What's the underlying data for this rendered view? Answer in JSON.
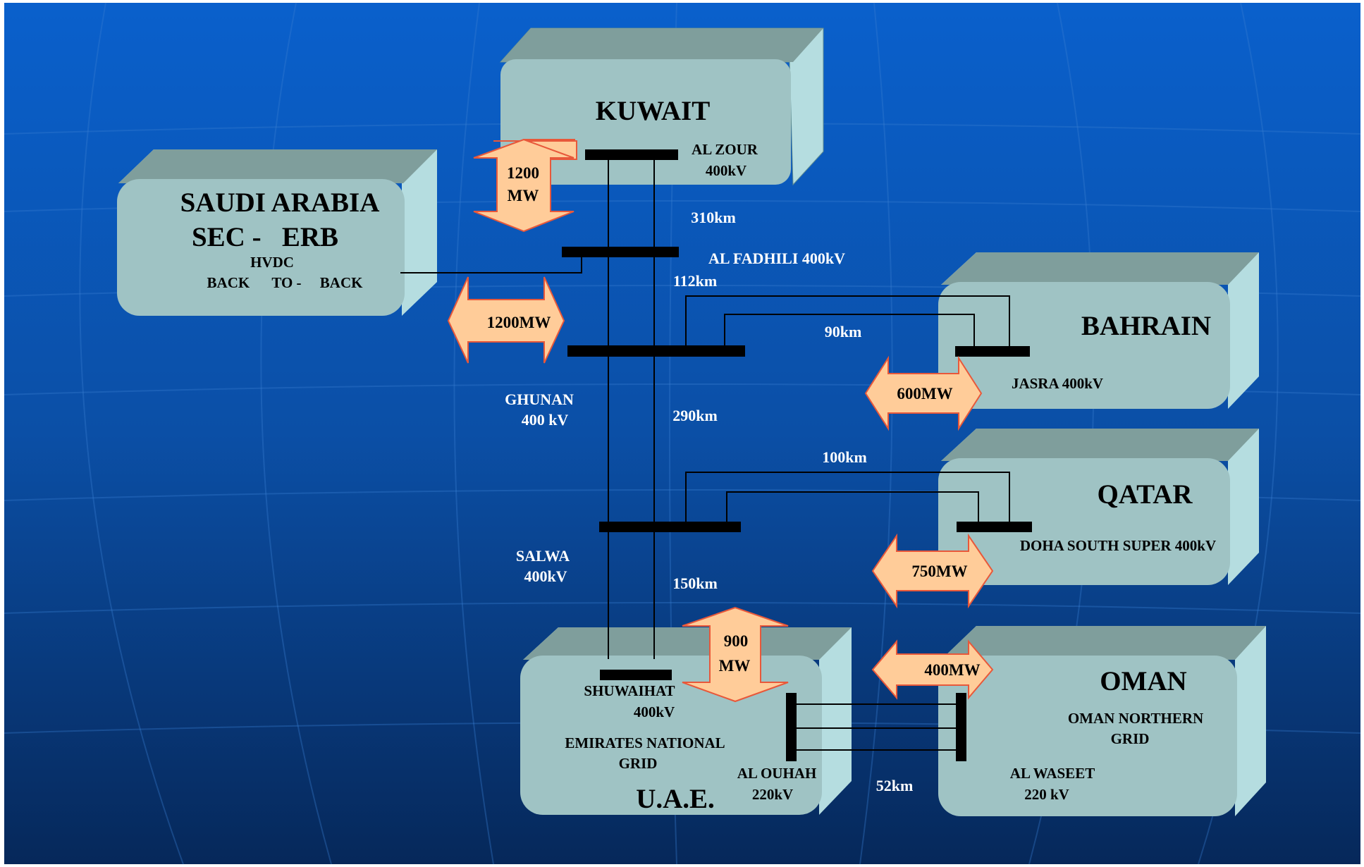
{
  "countries": {
    "kuwait": {
      "name": "KUWAIT",
      "station_name": "AL ZOUR",
      "station_voltage": "400kV"
    },
    "saudi": {
      "name": "SAUDI ARABIA",
      "line2": "SEC -   ERB",
      "hvdc": "HVDC",
      "b2b": "BACK      TO -     BACK"
    },
    "bahrain": {
      "name": "BAHRAIN",
      "station": "JASRA 400kV"
    },
    "qatar": {
      "name": "QATAR",
      "station": "DOHA SOUTH SUPER 400kV"
    },
    "oman": {
      "name": "OMAN",
      "grid_line1": "OMAN NORTHERN",
      "grid_line2": "GRID",
      "station_name": "AL WASEET",
      "station_voltage": "220 kV"
    },
    "uae": {
      "name": "U.A.E.",
      "shuwaihat_name": "SHUWAIHAT",
      "shuwaihat_voltage": "400kV",
      "grid_line1": "EMIRATES NATIONAL",
      "grid_line2": "GRID",
      "ouhah_name": "AL OUHAH",
      "ouhah_voltage": "220kV"
    }
  },
  "stations": {
    "al_fadhili": "AL FADHILI 400kV",
    "ghunan_name": "GHUNAN",
    "ghunan_voltage": "400 kV",
    "salwa_name": "SALWA",
    "salwa_voltage": "400kV"
  },
  "distances": {
    "alzour_fadhili": "310km",
    "fadhili_ghunan": "112km",
    "ghunan_bahrain": "90km",
    "ghunan_salwa": "290km",
    "salwa_qatar": "100km",
    "salwa_shuwaihat": "150km",
    "ouhah_waseet": "52km"
  },
  "capacities": {
    "kuwait_line1": "1200",
    "kuwait_line2": "MW",
    "saudi": "1200MW",
    "bahrain": "600MW",
    "qatar": "750MW",
    "uae_line1": "900",
    "uae_line2": "MW",
    "oman": "400MW"
  },
  "colors": {
    "background_top": "#0a5fc8",
    "background_bottom": "#062a5e",
    "box_face": "#9fc3c4",
    "box_top": "#7f9e9c",
    "box_side": "#b5dde0",
    "arrow_fill": "#ffcc99",
    "arrow_stroke": "#e8583a",
    "busbar": "#000000"
  }
}
